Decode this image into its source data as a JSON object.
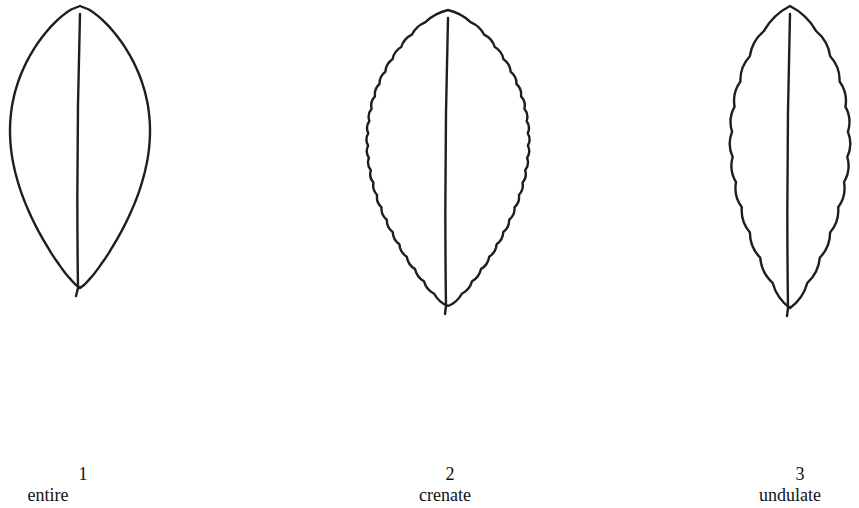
{
  "diagram": {
    "labels": [
      "1",
      "entire",
      "2",
      "crenate",
      "3",
      "undulate"
    ]
  }
}
